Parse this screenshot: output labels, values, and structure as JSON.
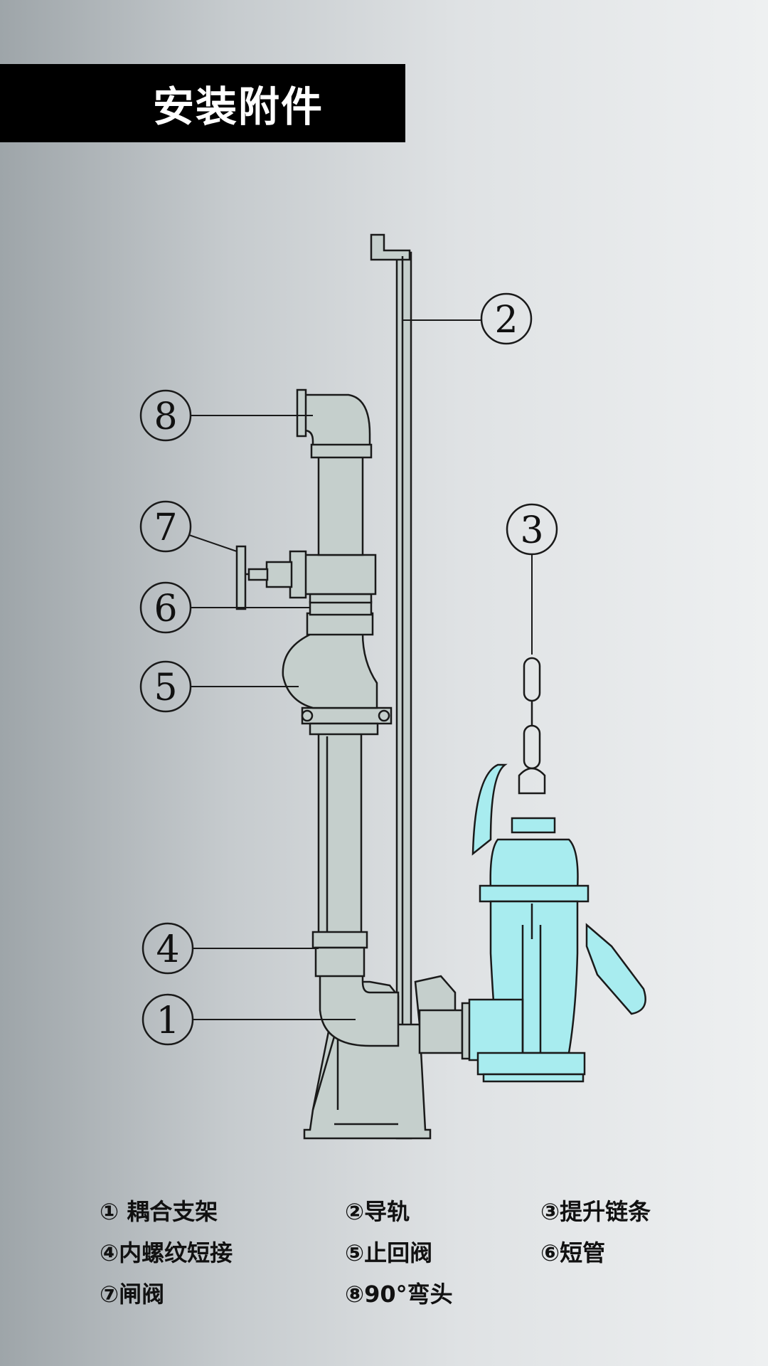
{
  "title": "安装附件",
  "callouts": [
    {
      "id": "1",
      "label": "1"
    },
    {
      "id": "2",
      "label": "2"
    },
    {
      "id": "3",
      "label": "3"
    },
    {
      "id": "4",
      "label": "4"
    },
    {
      "id": "5",
      "label": "5"
    },
    {
      "id": "6",
      "label": "6"
    },
    {
      "id": "7",
      "label": "7"
    },
    {
      "id": "8",
      "label": "8"
    }
  ],
  "legend": [
    {
      "text": "① 耦合支架"
    },
    {
      "text": "②导轨"
    },
    {
      "text": "③提升链条"
    },
    {
      "text": "④内螺纹短接"
    },
    {
      "text": "⑤止回阀"
    },
    {
      "text": "⑥短管"
    },
    {
      "text": "⑦闸阀"
    },
    {
      "text": "⑧90°弯头"
    }
  ],
  "colors": {
    "pipe": "#c5cfcc",
    "pump": "#a8ecef",
    "outline": "#1a1a1a",
    "title_bg": "#000000",
    "title_text": "#ffffff"
  }
}
